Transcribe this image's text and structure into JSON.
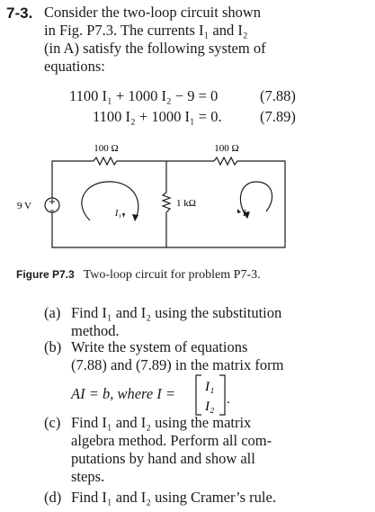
{
  "problem": {
    "number": "7-3.",
    "lines": [
      "Consider the two-loop circuit shown",
      "in Fig. P7.3. The currents I₁ and I₂",
      "(in A) satisfy the following system of",
      "equations:"
    ]
  },
  "equations": [
    {
      "expr": "1100 I₁ + 1000 I₂ − 9 = 0",
      "tag": "(7.88)"
    },
    {
      "expr": "1100 I₂ + 1000 I₁ = 0.",
      "tag": "(7.89)"
    }
  ],
  "circuit": {
    "r_left": "100 Ω",
    "r_right": "100 Ω",
    "r_middle": "1 kΩ",
    "source": "9 V",
    "i1": "I₁",
    "i2": "I₂"
  },
  "figure": {
    "label": "Figure P7.3",
    "caption": "Two-loop circuit for problem P7-3."
  },
  "parts": [
    {
      "letter": "(a)",
      "lines": [
        "Find I₁ and I₂ using the substitution",
        "method."
      ]
    },
    {
      "letter": "(b)",
      "lines": [
        "Write the system of equations",
        "(7.88) and (7.89) in the matrix form"
      ],
      "formula": "AI = b, where I ="
    },
    {
      "letter": "(c)",
      "lines": [
        "Find I₁ and I₂ using the matrix",
        "algebra method. Perform all com-",
        "putations by hand and show all",
        "steps."
      ]
    },
    {
      "letter": "(d)",
      "lines": [
        "Find I₁ and I₂ using Cramer’s rule."
      ]
    }
  ]
}
